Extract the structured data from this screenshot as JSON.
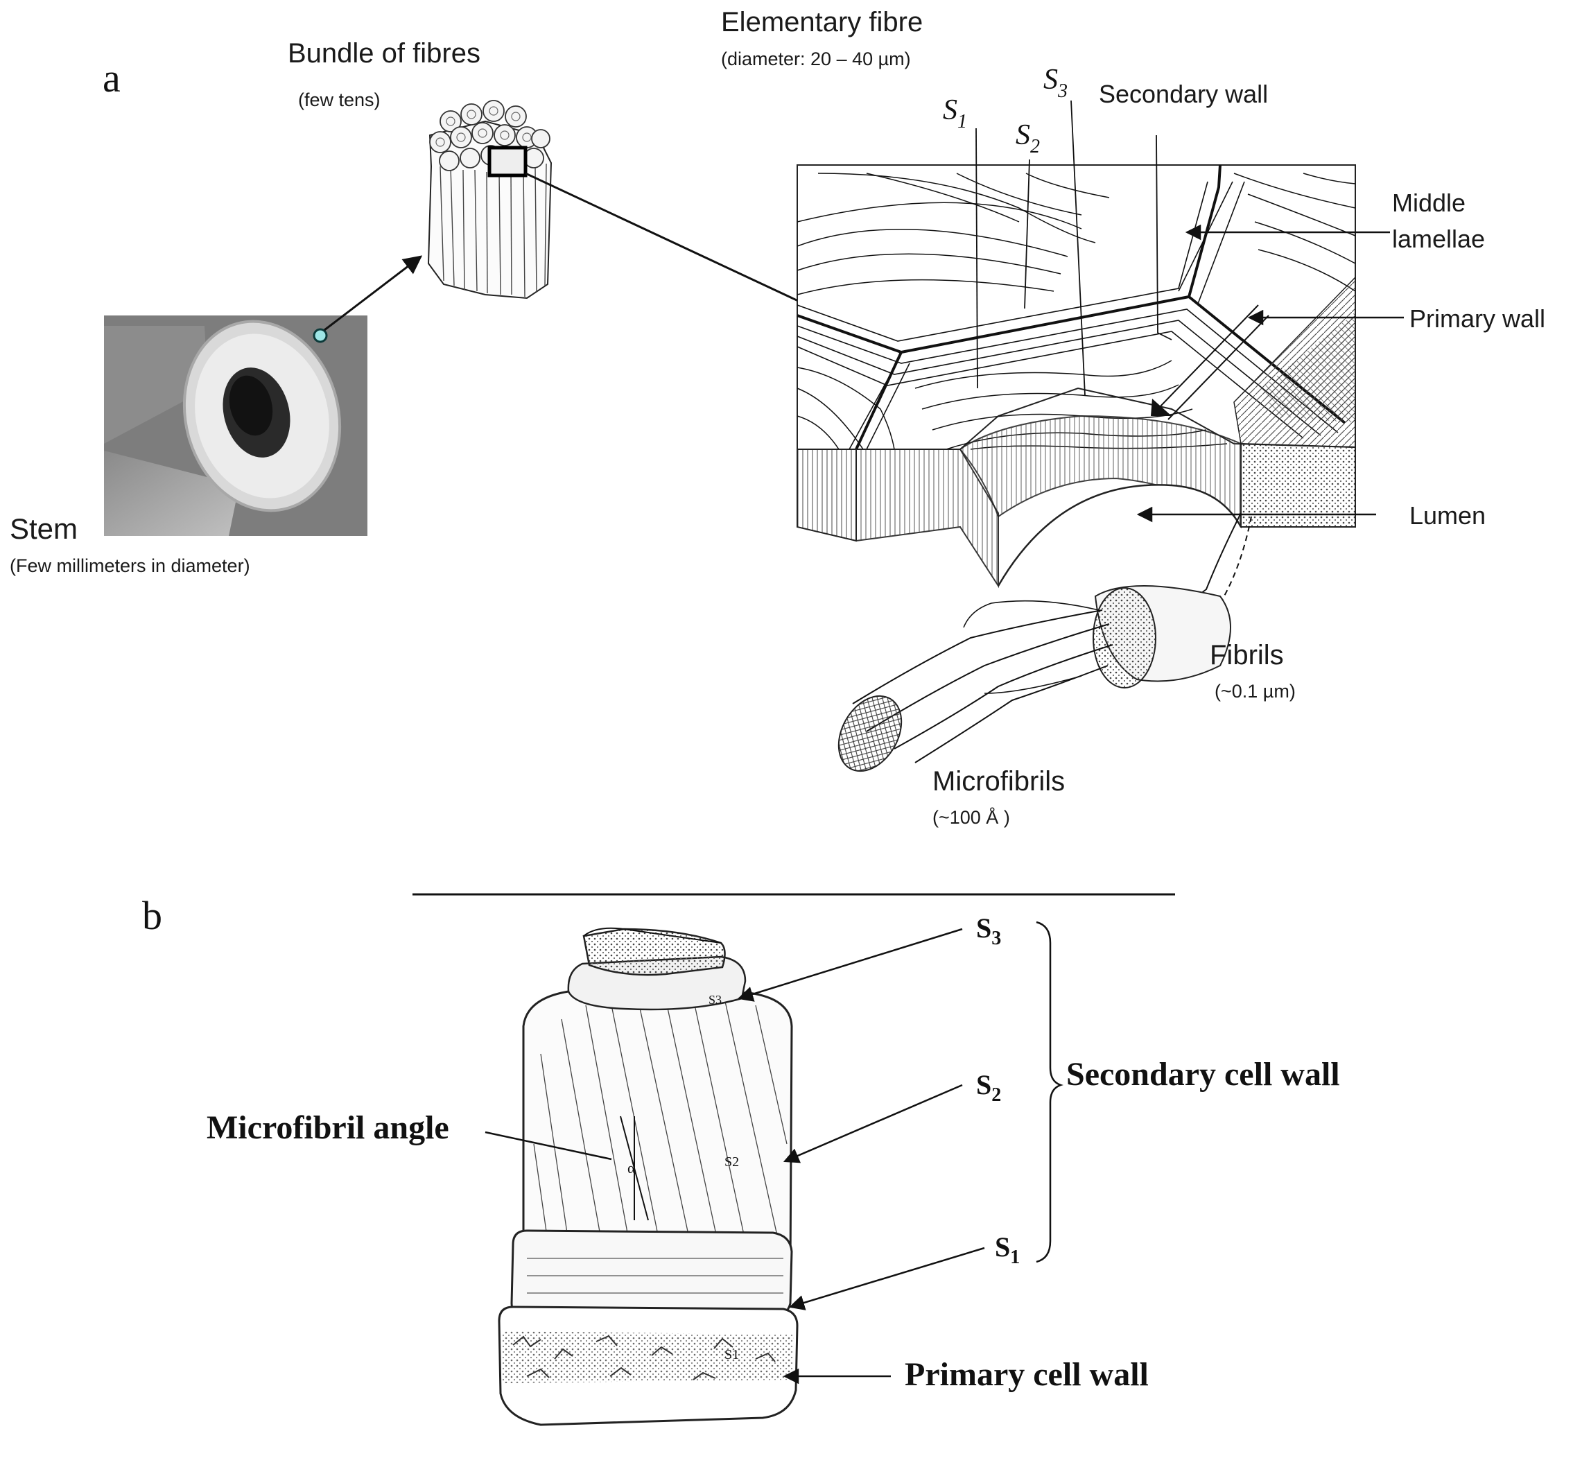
{
  "panel_a": {
    "letter": "a",
    "stem": {
      "title": "Stem",
      "subtitle": "(Few millimeters in diameter)"
    },
    "bundle": {
      "title": "Bundle of fibres",
      "subtitle": "(few tens)"
    },
    "elementary": {
      "title": "Elementary fibre",
      "subtitle": "(diameter: 20 – 40 µm)"
    },
    "layers": {
      "s1": "S",
      "s1_sub": "1",
      "s2": "S",
      "s2_sub": "2",
      "s3": "S",
      "s3_sub": "3"
    },
    "secondary_wall": "Secondary wall",
    "middle_lamellae_1": "Middle",
    "middle_lamellae_2": "lamellae",
    "primary_wall": "Primary wall",
    "lumen": "Lumen",
    "fibrils": {
      "title": "Fibrils",
      "subtitle": "(~0.1 µm)"
    },
    "microfibrils": {
      "title": "Microfibrils",
      "subtitle": "(~100 Å )"
    }
  },
  "panel_b": {
    "letter": "b",
    "s3": "S",
    "s3_sub": "3",
    "s2": "S",
    "s2_sub": "2",
    "s1": "S",
    "s1_sub": "1",
    "secondary_cell_wall": "Secondary cell wall",
    "microfibril_angle": "Microfibril angle",
    "primary_cell_wall": "Primary cell wall",
    "alpha": "α",
    "inner_s2": "S2",
    "inner_s1": "S1",
    "inner_s3": "S3"
  }
}
